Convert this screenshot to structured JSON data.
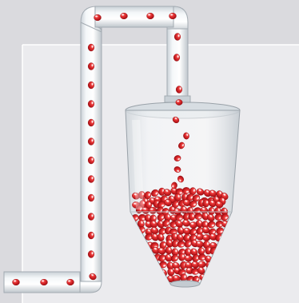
{
  "scene": {
    "description_icons": [
      "pneumatic-conveying-pipe",
      "receiving-hopper",
      "red-pellets"
    ],
    "colors": {
      "background": "#dadade",
      "panel": "#ebebee",
      "pipe_glass": "#e8eef2",
      "pipe_edge": "#aab2b9",
      "pellet": "#d81c24",
      "pellet_highlight": "#ffb3b3"
    }
  }
}
